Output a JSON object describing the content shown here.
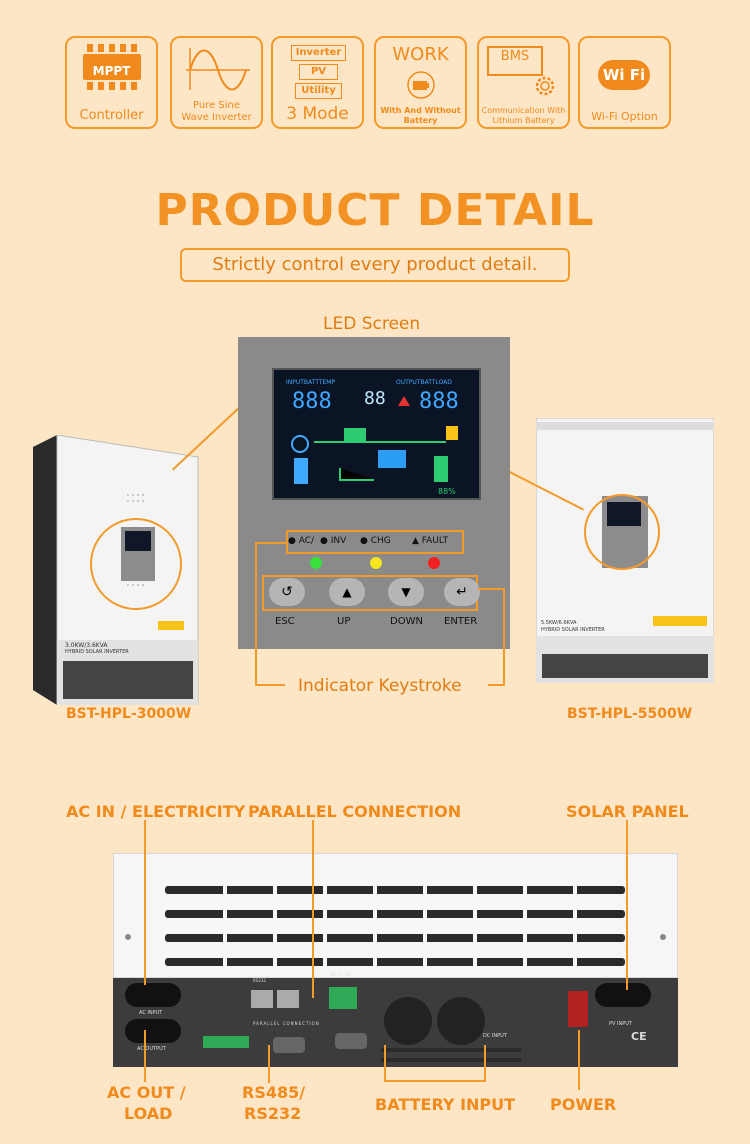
{
  "features": [
    {
      "icon": "mppt-chip-icon",
      "chip_text": "MPPT",
      "label": "Controller"
    },
    {
      "icon": "sine-wave-icon",
      "label_line1": "Pure Sine",
      "label_line2": "Wave Inverter"
    },
    {
      "icon": "mode-icon",
      "modes": [
        "Inverter",
        "PV",
        "Utility"
      ],
      "label": "3 Mode"
    },
    {
      "icon": "battery-icon",
      "top": "WORK",
      "label_line1": "With And Without",
      "label_line2": "Battery"
    },
    {
      "icon": "bms-gear-icon",
      "screen_text": "BMS",
      "label_line1": "Communication With",
      "label_line2": "Lithium Battery"
    },
    {
      "icon": "wifi-icon",
      "badge": "Wi Fi",
      "label": "Wi-Fi Option"
    }
  ],
  "title": "PRODUCT DETAIL",
  "subtitle": "Strictly control every product detail.",
  "panel": {
    "led_label": "LED Screen",
    "indicators": [
      "AC/",
      "INV",
      "CHG",
      "FAULT"
    ],
    "keys": [
      "ESC",
      "UP",
      "DOWN",
      "ENTER"
    ],
    "bottom_label": "Indicator  Keystroke"
  },
  "models": {
    "left": "BST-HPL-3000W",
    "right": "BST-HPL-5500W"
  },
  "left_plate": {
    "line1": "3.0KW/3.6KVA",
    "line2": "HYBRID SOLAR INVERTER"
  },
  "right_plate": {
    "line1": "5.5KW/6.6KVA",
    "line2": "HYBRID SOLAR INVERTER"
  },
  "rear": {
    "top_labels": {
      "ac_in": "AC IN / ELECTRICITY",
      "parallel": "PARALLEL CONNECTION",
      "solar": "SOLAR PANEL"
    },
    "bottom_labels": {
      "ac_out_1": "AC OUT /",
      "ac_out_2": "LOAD",
      "rs_1": "RS485/",
      "rs_2": "RS232",
      "battery": "BATTERY INPUT",
      "power": "POWER"
    },
    "ports": {
      "ac_input": "AC INPUT",
      "ac_output": "AC OUTPUT",
      "rs232": "RS232",
      "bms": "BMS\n/RS485",
      "relay": "NC  C  NO",
      "parallel": "PARALLEL CONNECTION",
      "dc_input": "DC INPUT",
      "pv_input": "PV INPUT"
    }
  },
  "colors": {
    "accent": "#f39224",
    "background": "#fde6c5",
    "panel_gray": "#8a8a8a"
  }
}
